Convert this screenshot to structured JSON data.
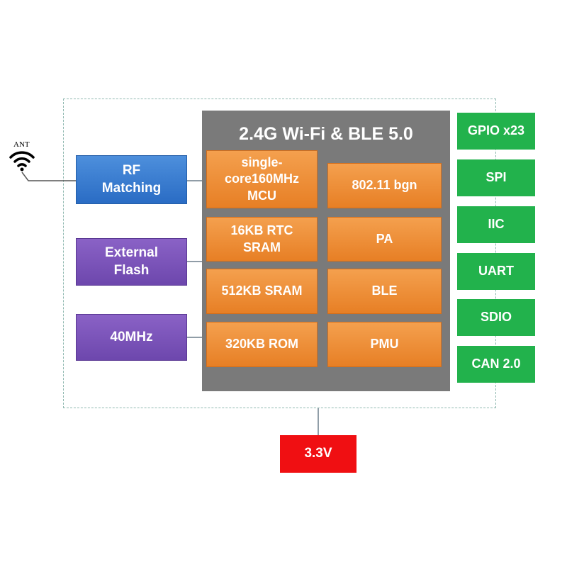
{
  "antenna": {
    "label": "ANT",
    "icon": "wifi-icon"
  },
  "chip": {
    "title": "2.4G Wi-Fi & BLE 5.0",
    "left_blocks": [
      "single-\ncore160MHz\nMCU",
      "16KB RTC\nSRAM",
      "512KB SRAM",
      "320KB ROM"
    ],
    "right_blocks": [
      "802.11 bgn",
      "PA",
      "BLE",
      "PMU"
    ]
  },
  "external": {
    "rf_matching": "RF\nMatching",
    "external_flash": "External\nFlash",
    "crystal": "40MHz"
  },
  "interfaces": [
    "GPIO x23",
    "SPI",
    "IIC",
    "UART",
    "SDIO",
    "CAN 2.0"
  ],
  "power": "3.3V",
  "colors": {
    "chip_bg": "#7a7a7a",
    "orange": "#e98a2e",
    "green": "#22b24c",
    "blue": "#3a7ed2",
    "purple": "#7b55ba",
    "red": "#f00f12",
    "dashed_border": "#8fb8b0"
  }
}
